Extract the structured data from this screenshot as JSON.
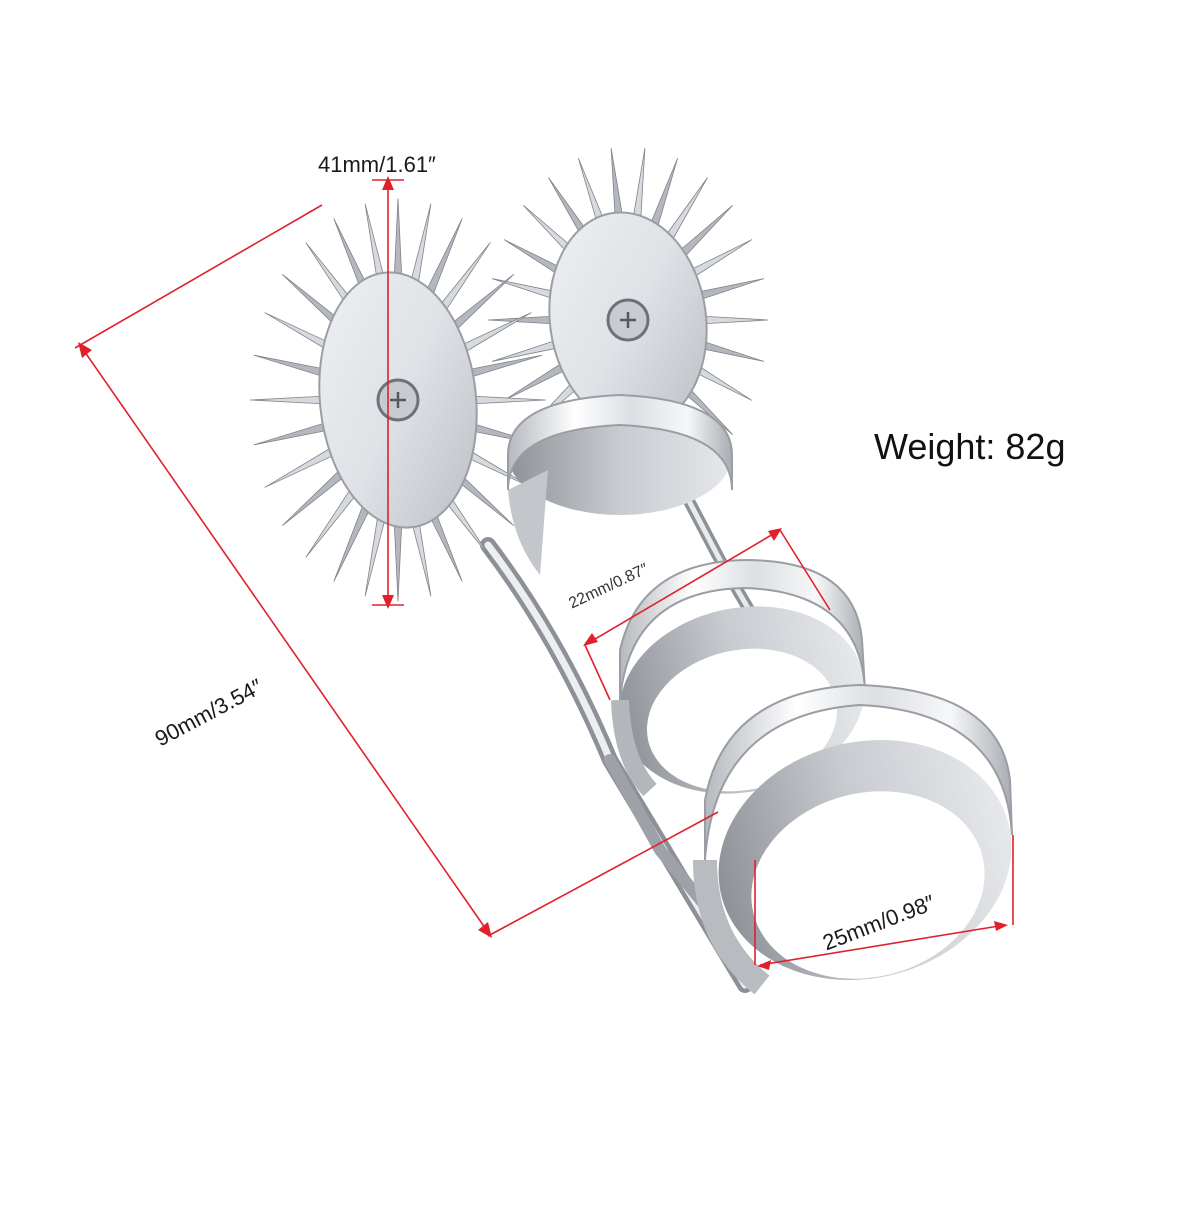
{
  "colors": {
    "background": "#ffffff",
    "dimension_line": "#e0212b",
    "metal_light": "#f2f3f5",
    "metal_mid": "#c9ccd1",
    "metal_dark": "#8f9399",
    "text": "#1a1a1a"
  },
  "labels": {
    "wheel_diameter": "41mm/1.61″",
    "total_length": "90mm/3.54″",
    "small_ring": "22mm/0.87″",
    "large_ring": "25mm/0.98″",
    "weight": "Weight: 82g"
  },
  "product": {
    "icon": "pinwheel-finger-ring-icon"
  }
}
